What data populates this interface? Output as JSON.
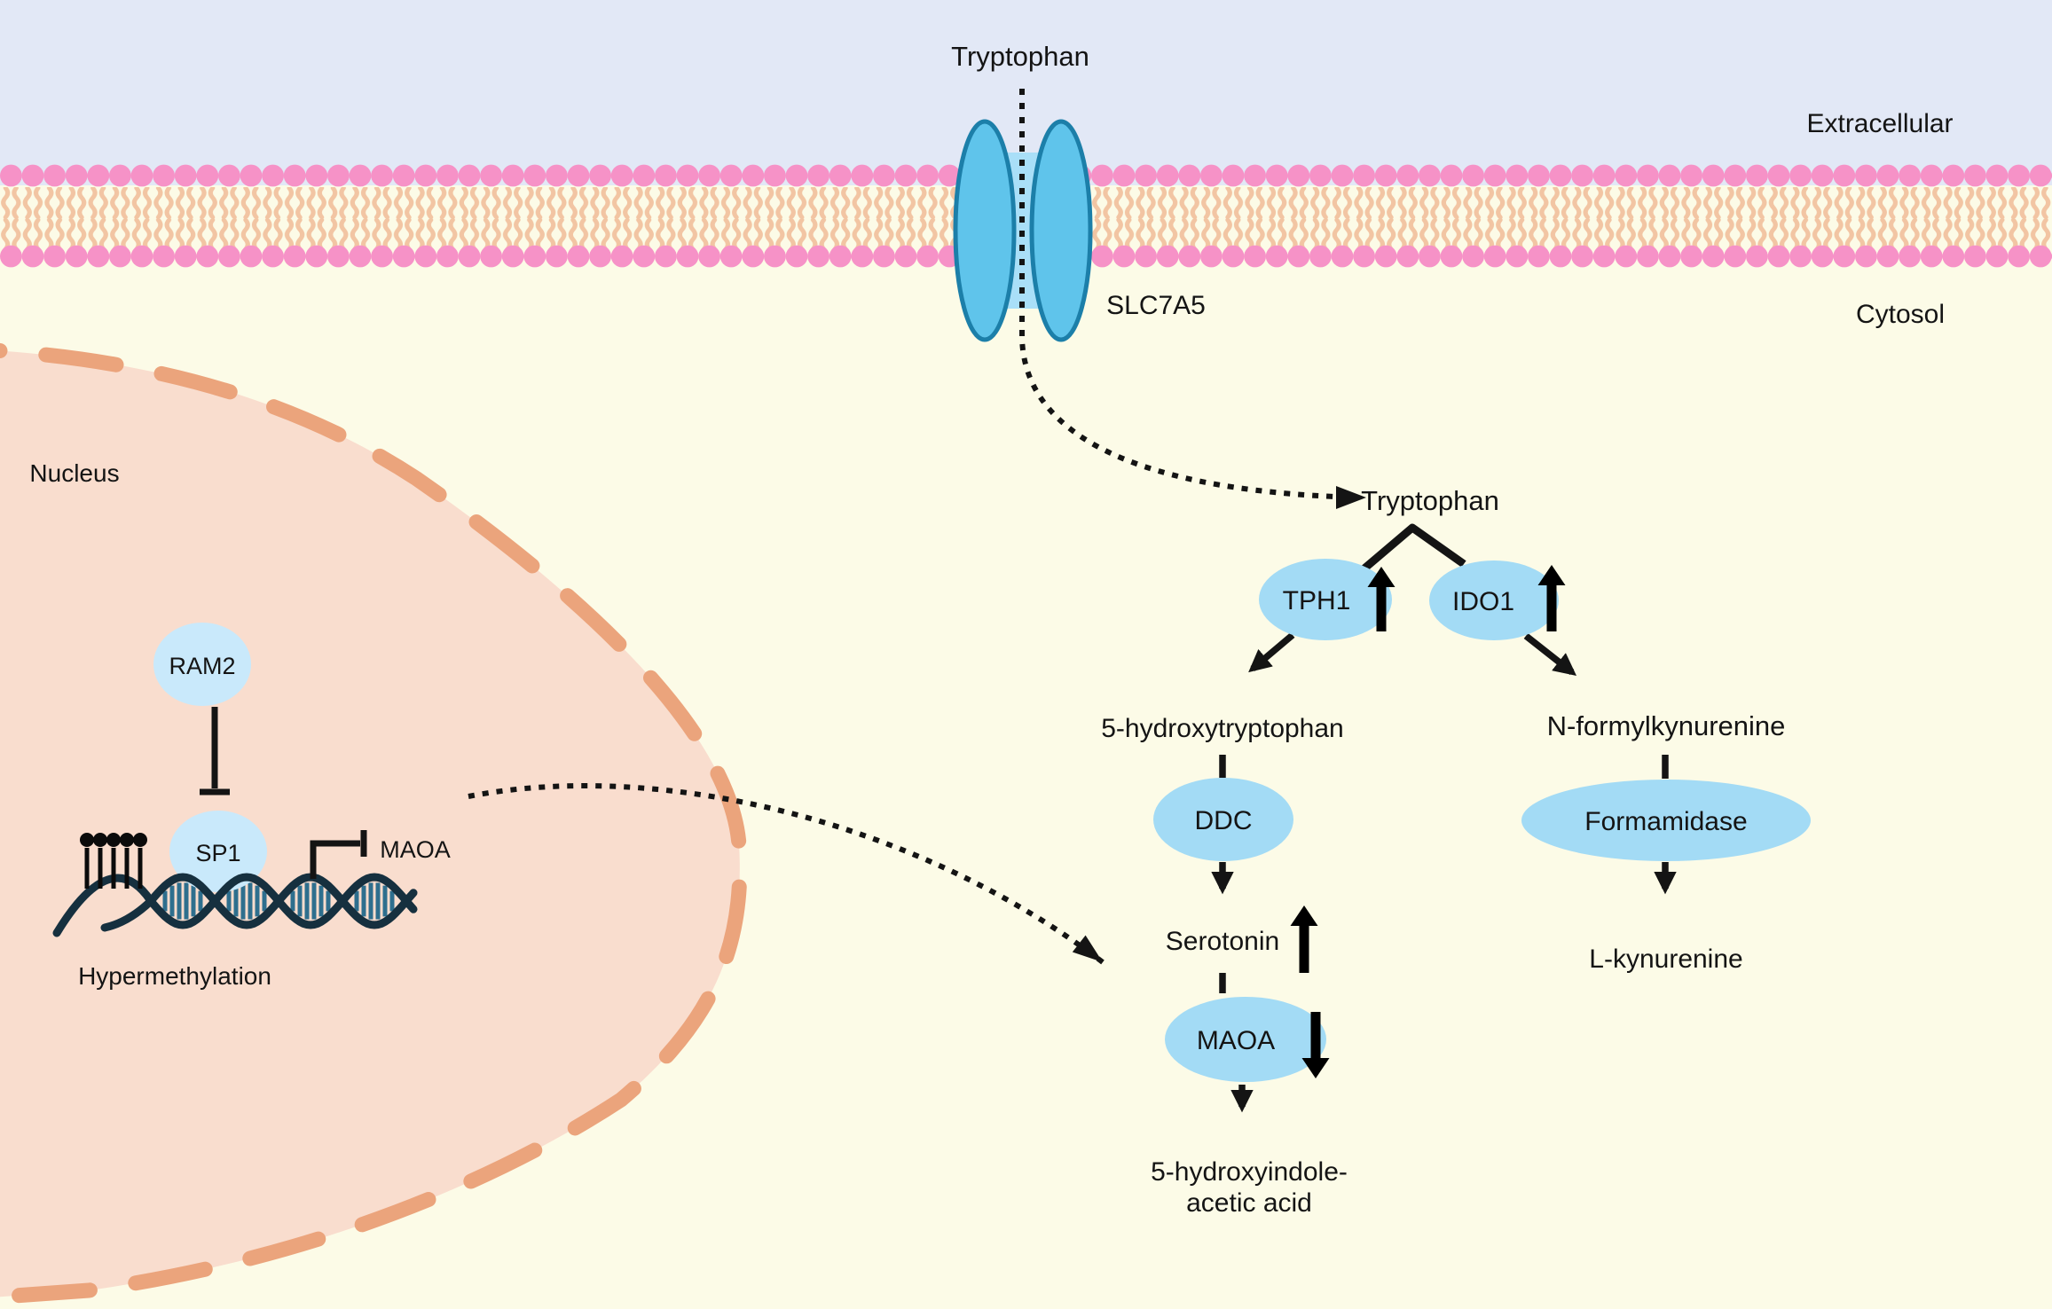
{
  "colors": {
    "extracellular_bg": "#E2E8F6",
    "cytosol_bg": "#FCFBE7",
    "membrane_head": "#F692C7",
    "membrane_tail": "#F2C5A3",
    "transporter_fill": "#5FC4EB",
    "transporter_stroke": "#1C7FA9",
    "pore_fill": "#A9DFF8",
    "nucleus_fill": "#F9DDCE",
    "nucleus_border": "#EBA47C",
    "enzyme_fill": "#A3DBF5",
    "nucleus_node_fill": "#C9E9FB",
    "dna_strand": "#16303F",
    "dna_rung": "#2E6F8E",
    "ink": "#141414"
  },
  "regions": {
    "extracellular": "Extracellular",
    "cytosol": "Cytosol",
    "nucleus": "Nucleus"
  },
  "membrane": {
    "transporter": "SLC7A5",
    "substrate": "Tryptophan"
  },
  "nucleus": {
    "ram2": "RAM2",
    "sp1": "SP1",
    "gene": "MAOA",
    "hypermethylation": "Hypermethylation"
  },
  "pathway": {
    "substrate": "Tryptophan",
    "tph1": "TPH1",
    "ido1": "IDO1",
    "ddc": "DDC",
    "maoa": "MAOA",
    "formamidase": "Formamidase",
    "five_htp": "5-hydroxytryptophan",
    "serotonin": "Serotonin",
    "hiaa_line1": "5-hydroxyindole-",
    "hiaa_line2": "acetic acid",
    "n_formylkynurenine": "N-formylkynurenine",
    "l_kynurenine": "L-kynurenine"
  }
}
